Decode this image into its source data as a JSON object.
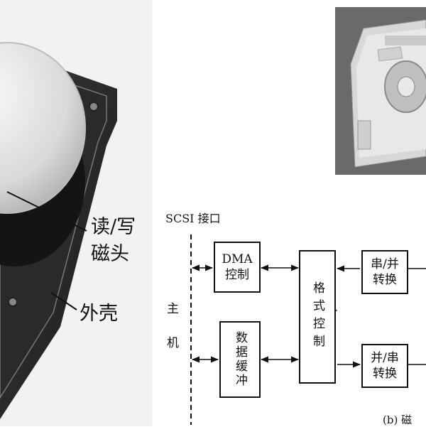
{
  "left_photo": {
    "callouts": {
      "head_line1": "读/写",
      "head_line2": "磁头",
      "shell": "外壳"
    }
  },
  "diagram": {
    "interface_label": "SCSI 接口",
    "host_label_1": "主",
    "host_label_2": "机",
    "dma_line1": "DMA",
    "dma_line2": "控制",
    "buffer": "数据缓冲",
    "format_control": "格式控制",
    "s2p_line1": "串/并",
    "s2p_line2": "转换",
    "p2s_line1": "并/串",
    "p2s_line2": "转换",
    "caption": "(b) 磁"
  }
}
